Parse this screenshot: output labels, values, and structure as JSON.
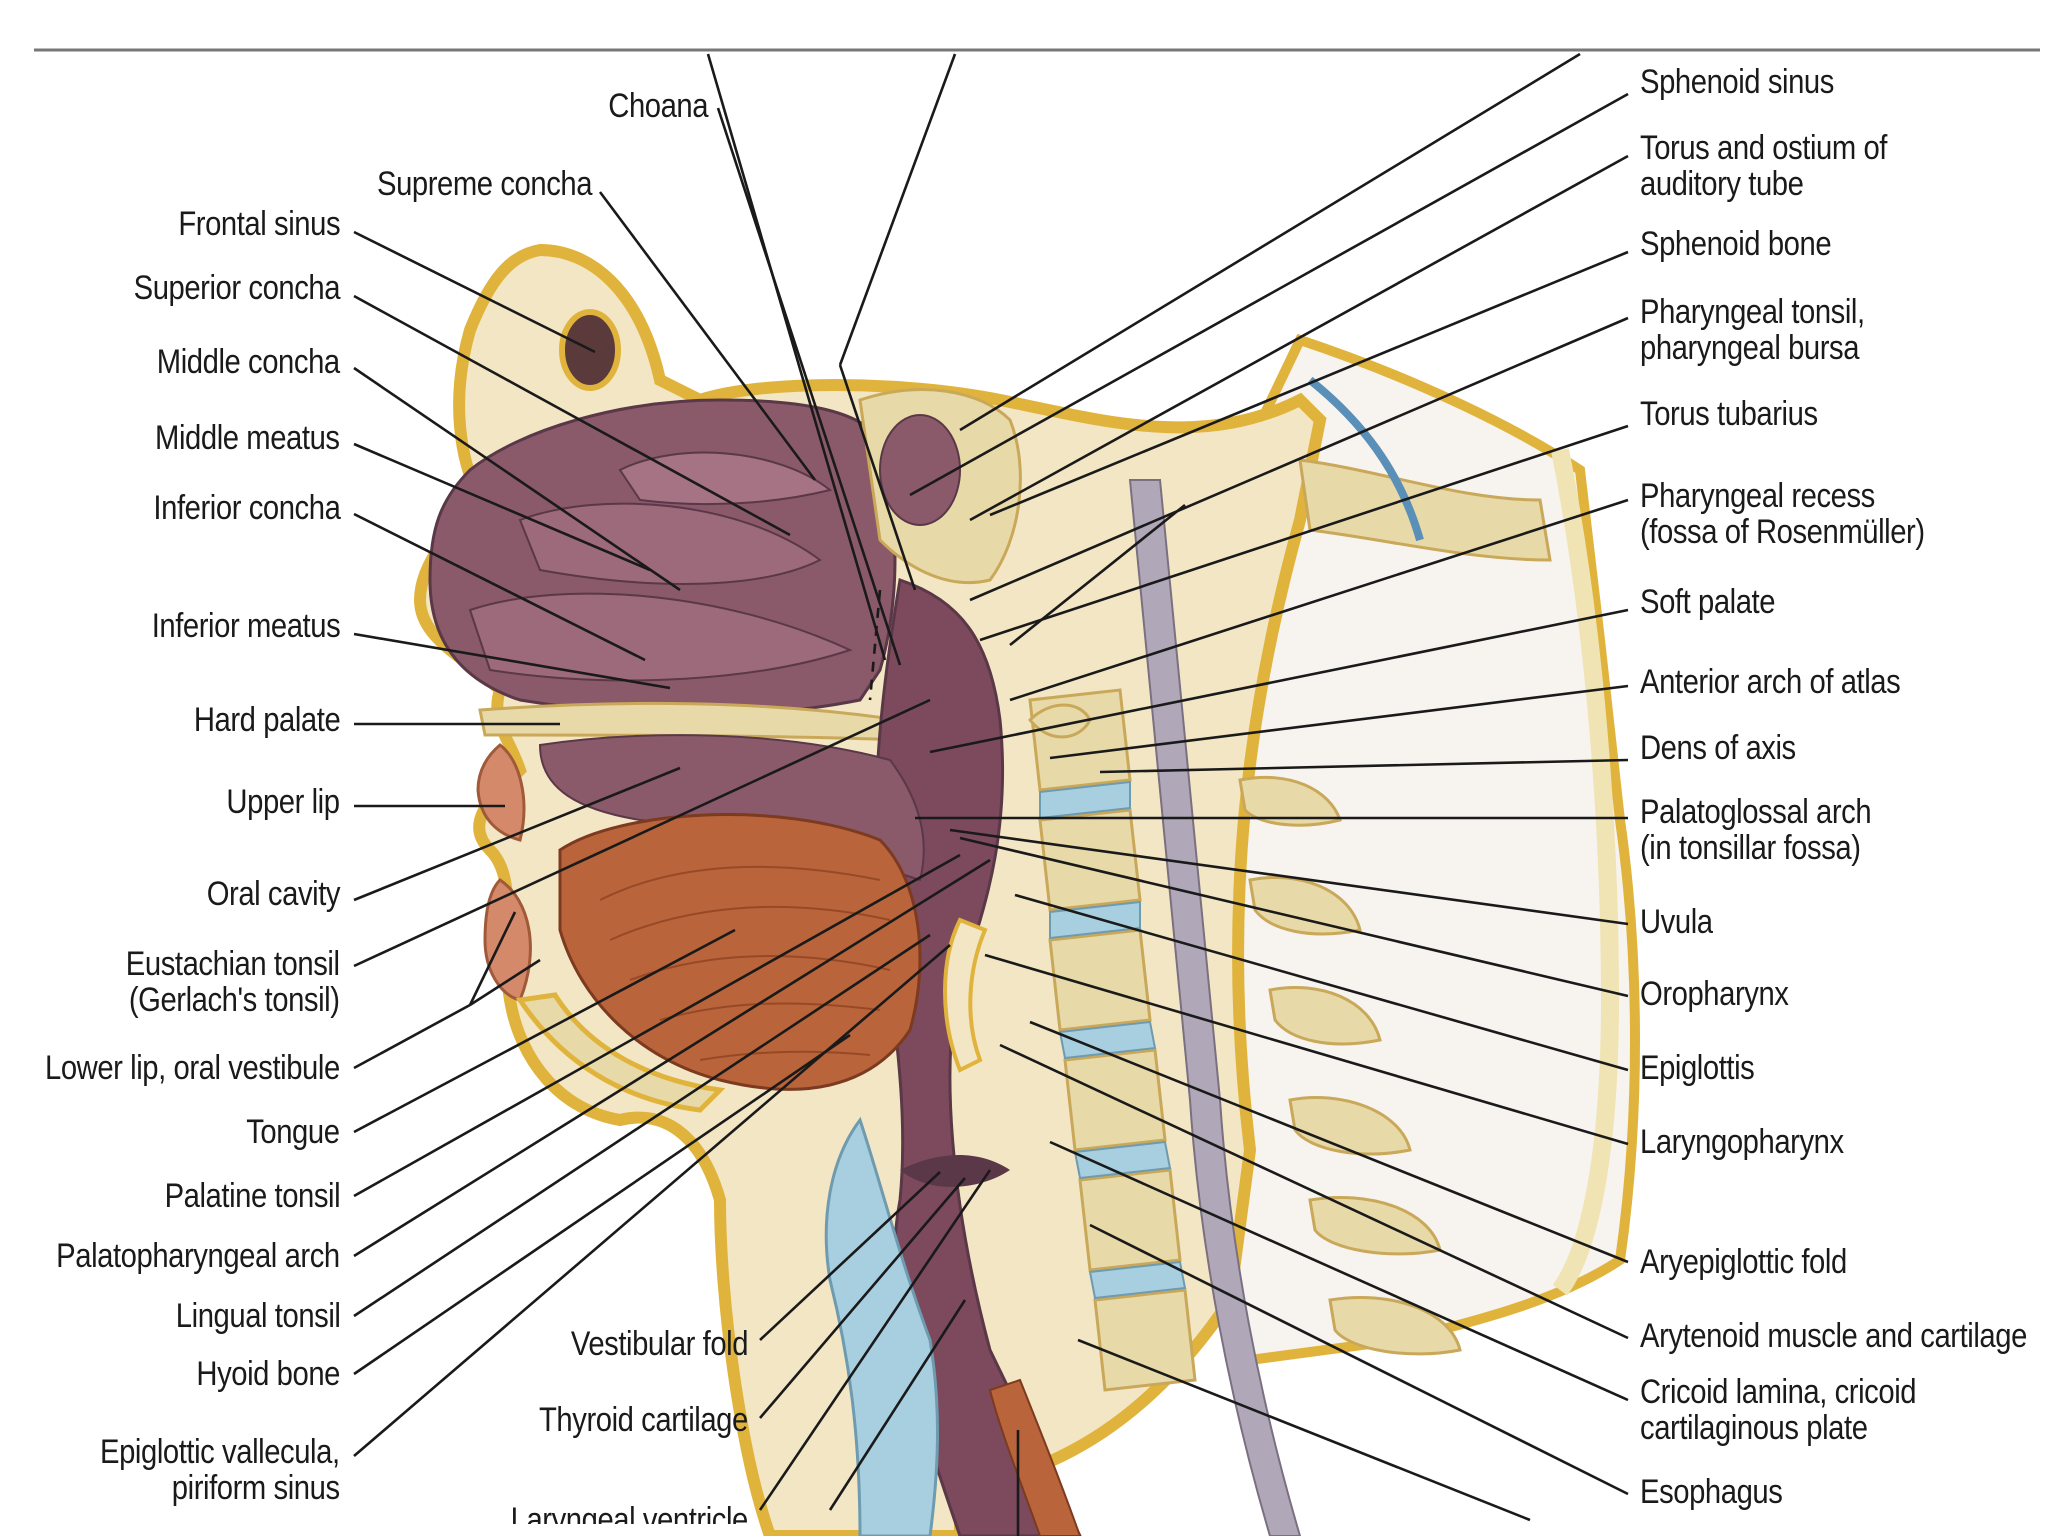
{
  "left_labels": [
    {
      "id": "frontal-sinus",
      "text": "Frontal sinus"
    },
    {
      "id": "superior-concha",
      "text": "Superior concha"
    },
    {
      "id": "middle-concha",
      "text": "Middle concha"
    },
    {
      "id": "middle-meatus",
      "text": "Middle meatus"
    },
    {
      "id": "inferior-concha",
      "text": "Inferior concha"
    },
    {
      "id": "inferior-meatus",
      "text": "Inferior meatus"
    },
    {
      "id": "hard-palate",
      "text": "Hard palate"
    },
    {
      "id": "upper-lip",
      "text": "Upper lip"
    },
    {
      "id": "oral-cavity",
      "text": "Oral cavity"
    },
    {
      "id": "eustachian-tonsil",
      "text": "Eustachian tonsil\n(Gerlach's tonsil)"
    },
    {
      "id": "lower-lip",
      "text": "Lower lip, oral vestibule"
    },
    {
      "id": "tongue",
      "text": "Tongue"
    },
    {
      "id": "palatine-tonsil",
      "text": "Palatine tonsil"
    },
    {
      "id": "palatopharyngeal-arch",
      "text": "Palatopharyngeal arch"
    },
    {
      "id": "lingual-tonsil",
      "text": "Lingual tonsil"
    },
    {
      "id": "hyoid-bone",
      "text": "Hyoid bone"
    },
    {
      "id": "epiglottic-vallecula",
      "text": "Epiglottic vallecula,\npiriform sinus"
    }
  ],
  "top_labels": [
    {
      "id": "choana",
      "text": "Choana"
    },
    {
      "id": "supreme-concha",
      "text": "Supreme concha"
    }
  ],
  "bottom_labels": [
    {
      "id": "vestibular-fold",
      "text": "Vestibular fold"
    },
    {
      "id": "thyroid-cartilage",
      "text": "Thyroid cartilage"
    },
    {
      "id": "laryngeal-ventricle",
      "text": "Laryngeal ventricle"
    }
  ],
  "right_labels": [
    {
      "id": "sphenoid-sinus",
      "text": "Sphenoid sinus"
    },
    {
      "id": "torus-ostium",
      "text": "Torus and ostium of\nauditory tube"
    },
    {
      "id": "sphenoid-bone",
      "text": "Sphenoid bone"
    },
    {
      "id": "pharyngeal-tonsil",
      "text": "Pharyngeal tonsil,\npharyngeal bursa"
    },
    {
      "id": "torus-tubarius",
      "text": "Torus tubarius"
    },
    {
      "id": "pharyngeal-recess",
      "text": "Pharyngeal recess\n(fossa of Rosenmüller)"
    },
    {
      "id": "soft-palate",
      "text": "Soft palate"
    },
    {
      "id": "anterior-arch-atlas",
      "text": "Anterior arch of atlas"
    },
    {
      "id": "dens-axis",
      "text": "Dens of axis"
    },
    {
      "id": "palatoglossal-arch",
      "text": "Palatoglossal arch\n(in tonsillar fossa)"
    },
    {
      "id": "uvula",
      "text": "Uvula"
    },
    {
      "id": "oropharynx",
      "text": "Oropharynx"
    },
    {
      "id": "epiglottis",
      "text": "Epiglottis"
    },
    {
      "id": "laryngopharynx",
      "text": "Laryngopharynx"
    },
    {
      "id": "aryepiglottic-fold",
      "text": "Aryepiglottic fold"
    },
    {
      "id": "arytenoid",
      "text": "Arytenoid muscle and cartilage"
    },
    {
      "id": "cricoid-lamina",
      "text": "Cricoid lamina, cricoid\ncartilaginous plate"
    },
    {
      "id": "esophagus",
      "text": "Esophagus"
    }
  ],
  "colors": {
    "mucosa": "#8a5a6a",
    "mucosa_dark": "#6e4452",
    "bone": "#e8d9a8",
    "cortical_yellow": "#e0b43c",
    "cartilage_blue": "#a8cfe0",
    "muscle": "#b9643a",
    "skin": "#f3e6c4",
    "leader": "#1a1a1a"
  }
}
